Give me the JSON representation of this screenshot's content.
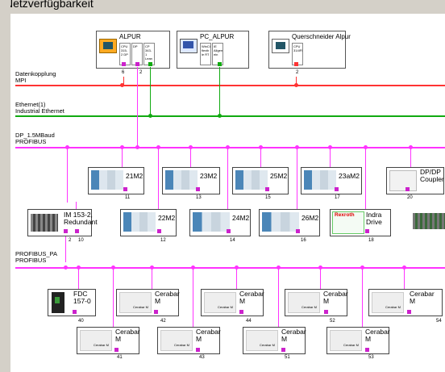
{
  "window": {
    "title_fragment": "Netzverfügbarkeit"
  },
  "colors": {
    "mpi": "#ff3333",
    "ethernet": "#11aa11",
    "profibus": "#ff33ff",
    "station_selected": "#ffaa22"
  },
  "stations": [
    {
      "name": "ALPUR",
      "cells": [
        "CPU 315-2 DP",
        "DP",
        "CP 343-1 Lean"
      ],
      "nums": [
        "6",
        "2"
      ],
      "icon": "plc-icon"
    },
    {
      "name": "PC_ALPUR",
      "cells": [
        "WinCC flexib le RT",
        "IE Allgem ein"
      ],
      "nums": [],
      "icon": "pc-icon"
    },
    {
      "name": "Querschneider Alpur",
      "cells": [
        "CPU 314IFM"
      ],
      "nums": [
        "2"
      ],
      "icon": "plc-icon"
    }
  ],
  "buses": {
    "mpi": {
      "line1": "Datenkopplung",
      "line2": "MPI"
    },
    "ethernet": {
      "line1": "Ethernet(1)",
      "line2": "Industrial Ethernet"
    },
    "profibus": {
      "line1": "DP_1.5MBaud",
      "line2": "PROFIBUS"
    },
    "pa": {
      "line1": "PROFIBUS_PA",
      "line2": "PROFIBUS"
    }
  },
  "dp_row1": [
    {
      "name": "21M2",
      "num": "11"
    },
    {
      "name": "23M2",
      "num": "13"
    },
    {
      "name": "25M2",
      "num": "15"
    },
    {
      "name": "23aM2",
      "num": "17"
    },
    {
      "name": "DP/DP Coupler",
      "num": "20"
    }
  ],
  "dp_row2": [
    {
      "name": "IM 153-2, Redundant",
      "nums": [
        "2",
        "10"
      ]
    },
    {
      "name": "22M2",
      "num": "12"
    },
    {
      "name": "24M2",
      "num": "14"
    },
    {
      "name": "26M2",
      "num": "16"
    },
    {
      "name": "Indra Drive",
      "num": "18",
      "brand": "Rexroth"
    }
  ],
  "pa_row1": [
    {
      "name": "FDC 157-0",
      "num": "40"
    },
    {
      "name": "Cerabar M",
      "num": "42"
    },
    {
      "name": "Cerabar M",
      "num": "44"
    },
    {
      "name": "Cerabar M",
      "num": "52"
    },
    {
      "name": "Cerabar M",
      "num": "54"
    }
  ],
  "pa_row2": [
    {
      "name": "Cerabar M",
      "num": "41"
    },
    {
      "name": "Cerabar M",
      "num": "43"
    },
    {
      "name": "Cerabar M",
      "num": "51"
    },
    {
      "name": "Cerabar M",
      "num": "53"
    }
  ],
  "pa_device_caption": "Cerabar M"
}
